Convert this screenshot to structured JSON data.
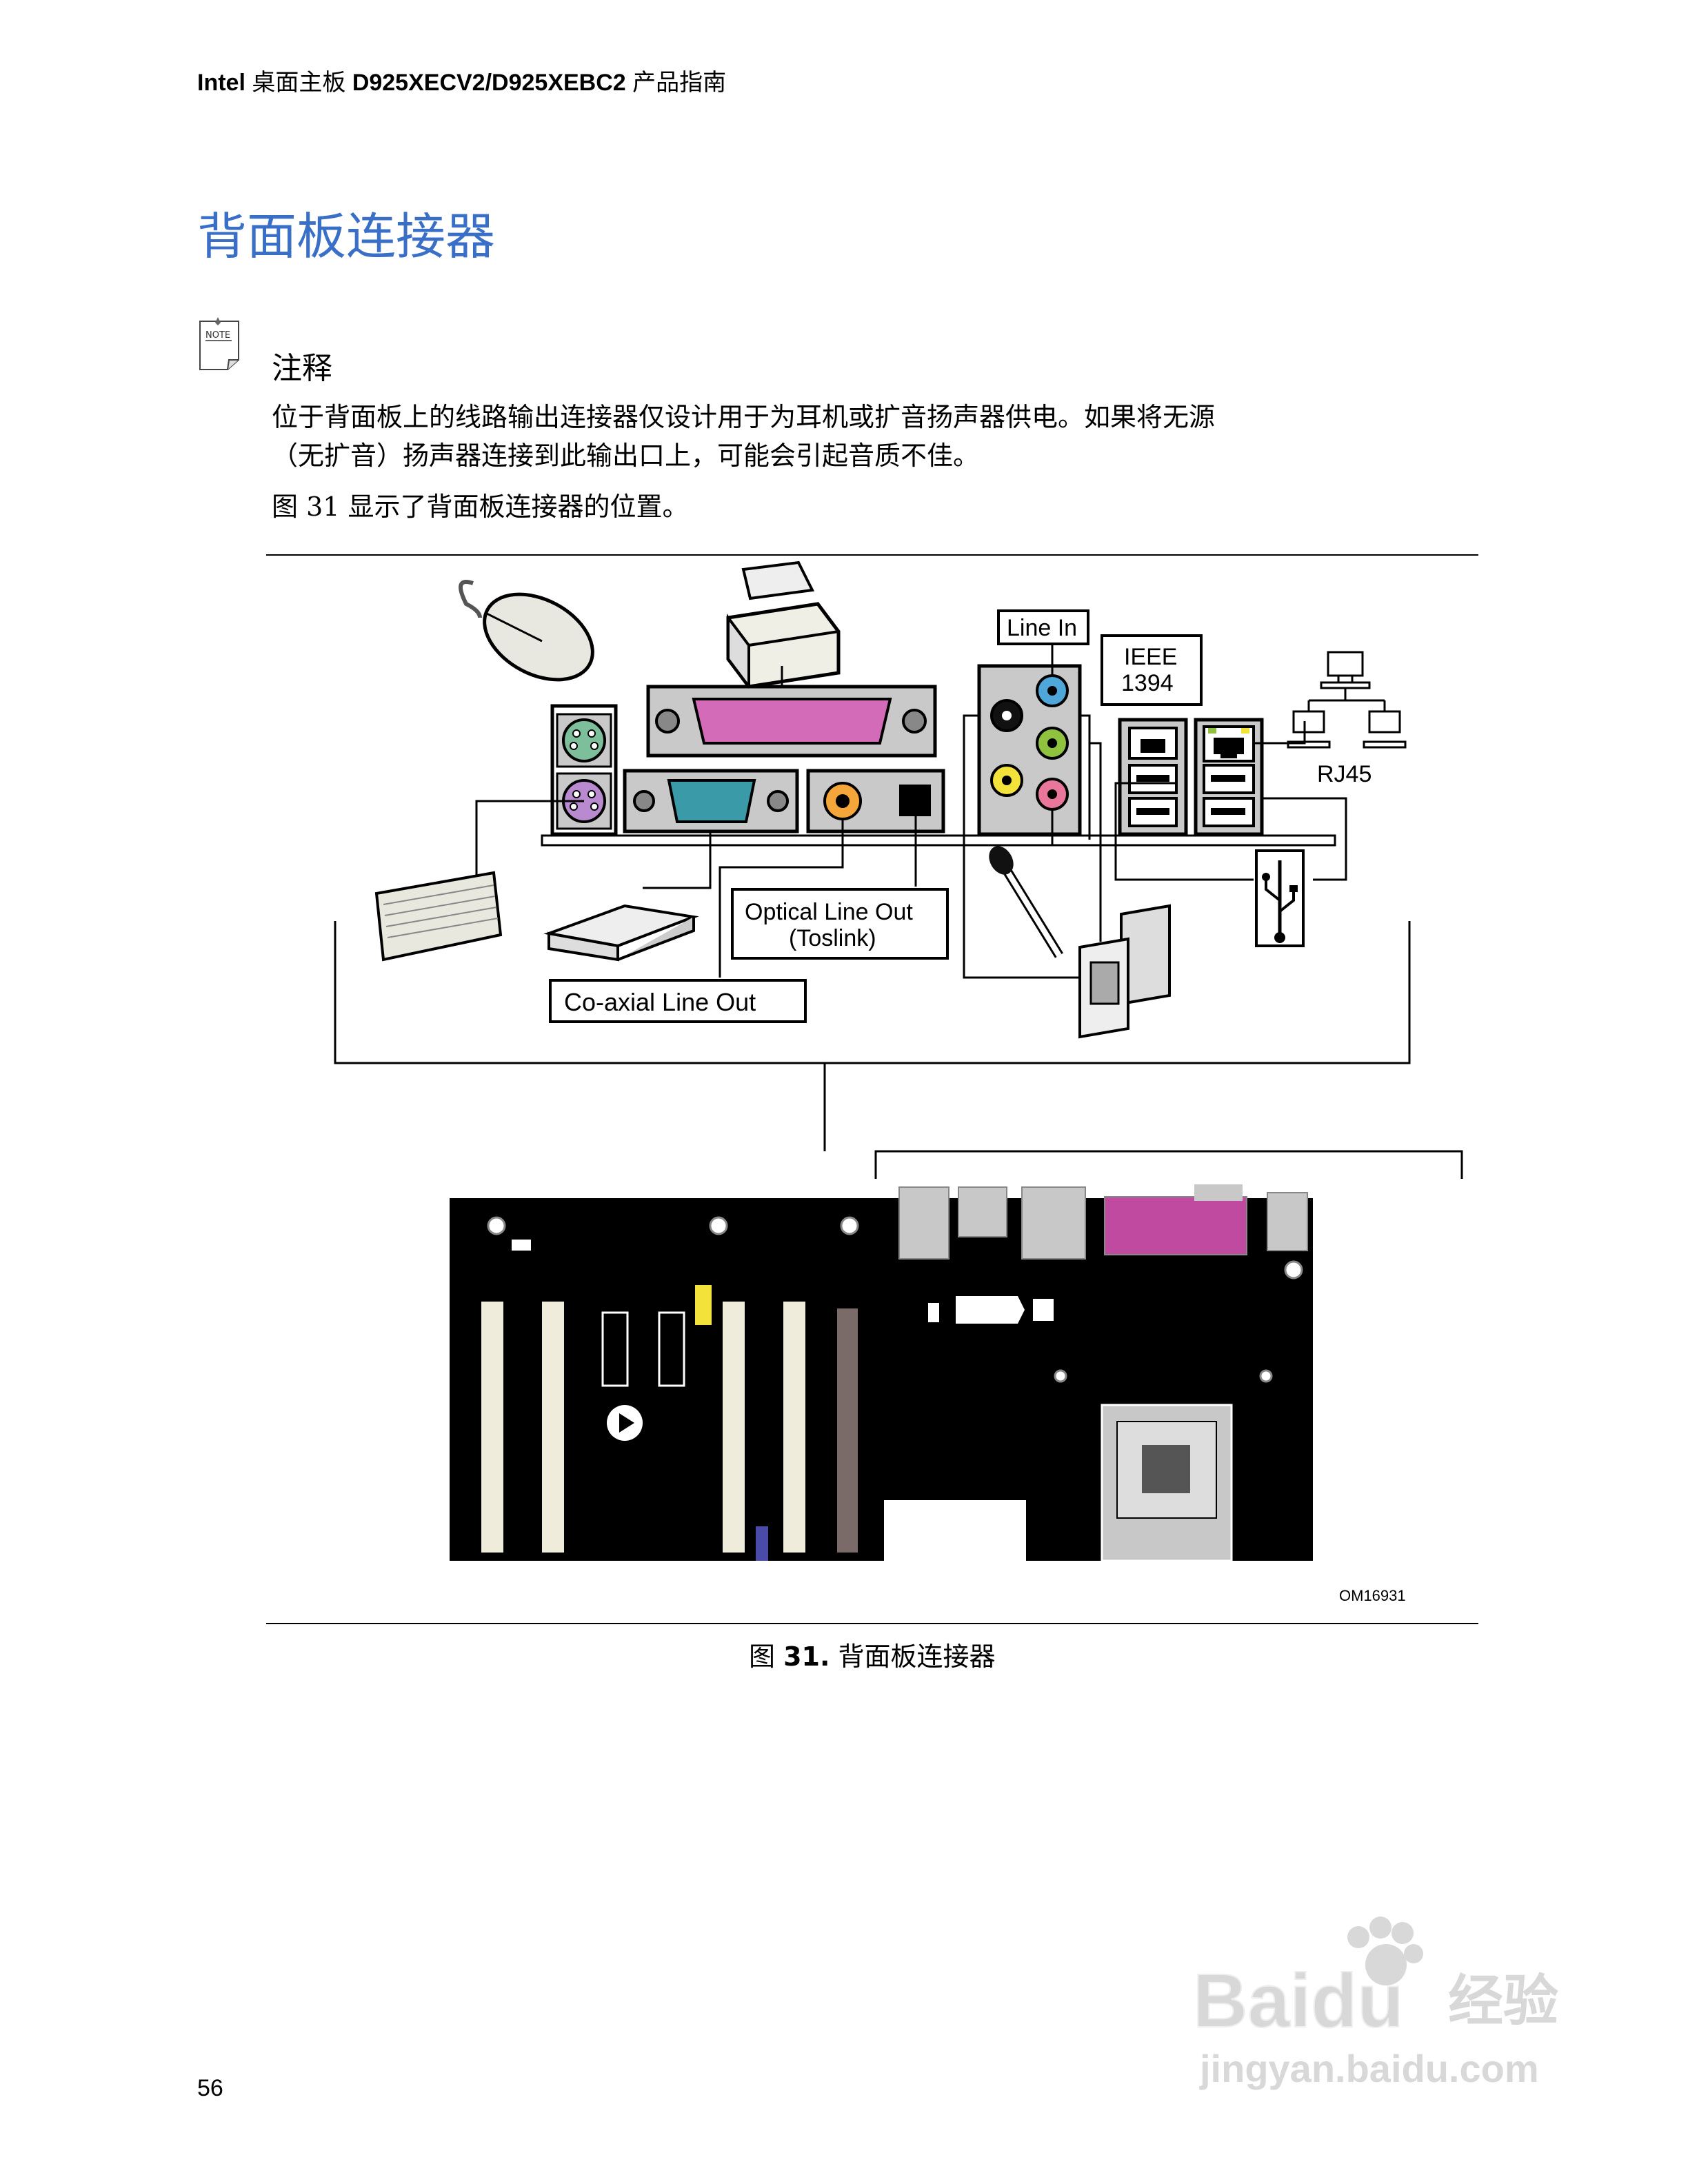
{
  "header": {
    "brand": "Intel",
    "text1": "桌面主板",
    "models": "D925XECV2/D925XEBC2",
    "text2": "产品指南"
  },
  "section_title": "背面板连接器",
  "note": {
    "icon_label": "NOTE",
    "heading": "注释",
    "line1": "位于背面板上的线路输出连接器仅设计用于为耳机或扩音扬声器供电。如果将无源",
    "line2": "（无扩音）扬声器连接到此输出口上，可能会引起音质不佳。"
  },
  "intro": "图 31 显示了背面板连接器的位置。",
  "figure": {
    "labels": {
      "line_in": "Line In",
      "ieee_1": "IEEE",
      "ieee_2": "1394",
      "rj45": "RJ45",
      "optical_1": "Optical Line Out",
      "optical_2": "(Toslink)",
      "coaxial": "Co-axial Line Out",
      "figure_id": "OM16931"
    },
    "caption_prefix": "图",
    "caption_number": "31.",
    "caption_text": "背面板连接器",
    "colors": {
      "ps2_mouse": "#7dbf9a",
      "ps2_keyboard": "#b98ad0",
      "parallel": "#d36bb8",
      "serial": "#3a9aa8",
      "coax": "#f5a63a",
      "line_in": "#4ea7d8",
      "line_out": "#8fc23f",
      "center": "#f2e23a",
      "mic": "#e8779b",
      "board": "#000000",
      "header_accent": "#c04aa0"
    }
  },
  "page_number": "56",
  "watermark": {
    "brand": "Baidu",
    "sub": "经验",
    "url": "jingyan.baidu.com"
  }
}
